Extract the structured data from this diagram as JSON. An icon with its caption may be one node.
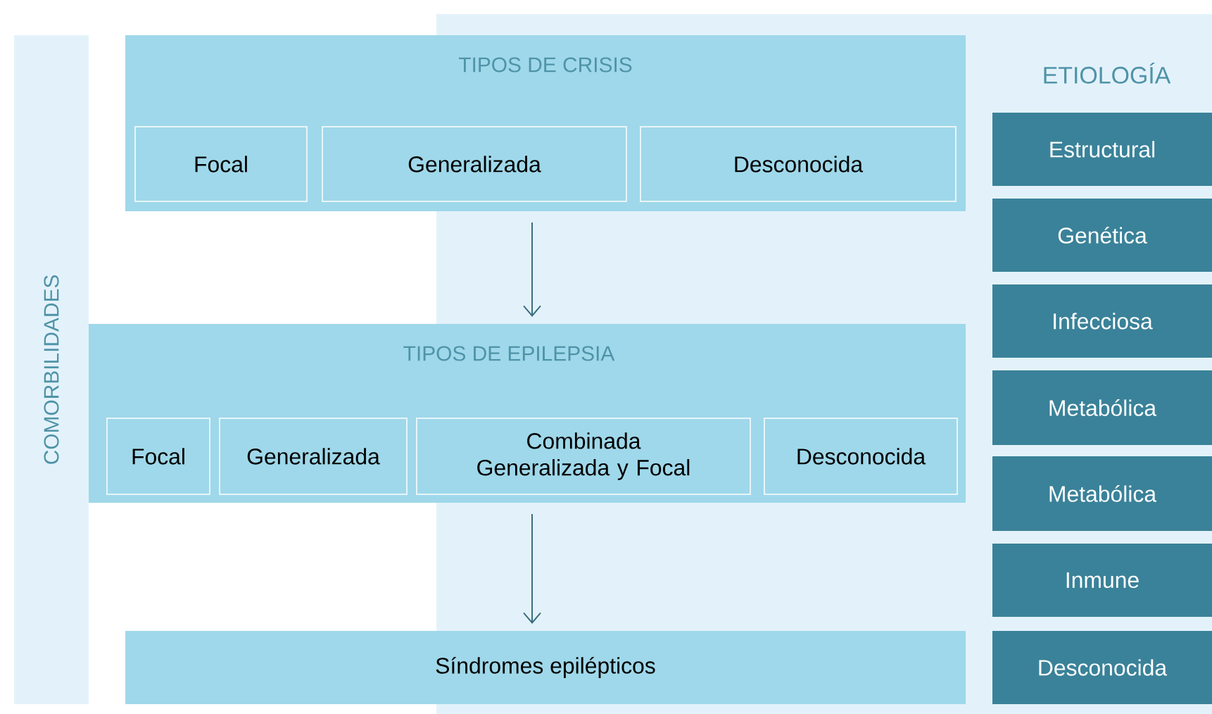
{
  "diagram": {
    "nodes": [
      {
        "text": [
          "COMORBILIDADES"
        ]
      },
      {
        "text": [
          "TIPOS DE CRISIS"
        ]
      },
      {
        "text": [
          "Focal"
        ],
        "in": 1
      },
      {
        "text": [
          "Generalizada"
        ],
        "in": 1
      },
      {
        "text": [
          "Desconocida"
        ],
        "in": 1
      },
      {
        "text": [
          "TIPOS DE EPILEPSIA"
        ]
      },
      {
        "text": [
          "Focal"
        ],
        "in": 5
      },
      {
        "text": [
          "Generalizada"
        ],
        "in": 5
      },
      {
        "text": [
          "Combinada Generalizada y Focal"
        ],
        "in": 5
      },
      {
        "text": [
          "Desconocida"
        ],
        "in": 5
      },
      {
        "text": [
          "Síndromes epilépticos"
        ]
      },
      {
        "text": [
          "Estructural"
        ]
      },
      {
        "text": [
          "Genética"
        ]
      },
      {
        "text": [
          "Infecciosa"
        ]
      },
      {
        "text": [
          "Metabólica"
        ]
      },
      {
        "text": [
          "Metabólica"
        ]
      },
      {
        "text": [
          "Inmune"
        ]
      },
      {
        "text": [
          "Desconocida"
        ]
      }
    ],
    "edges": [
      {
        "from": 1,
        "to": 5,
        "arrow": "to"
      },
      {
        "from": 5,
        "to": 10,
        "arrow": "to"
      }
    ],
    "labels": [
      "ETIOLOGÍA"
    ]
  }
}
